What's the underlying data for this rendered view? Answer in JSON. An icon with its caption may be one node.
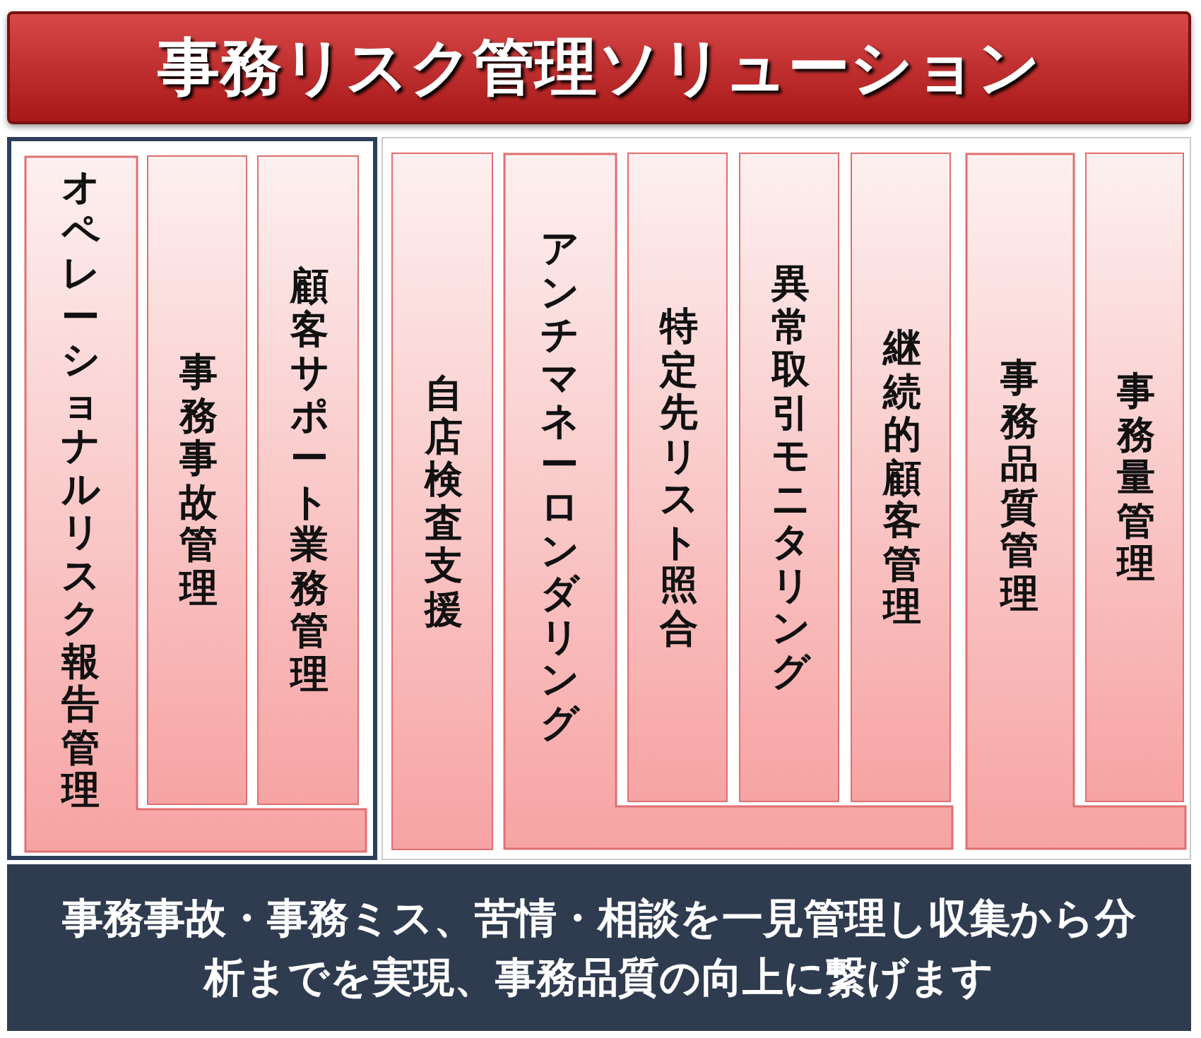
{
  "diagram": {
    "nodes": [
      {
        "text": [
          "事務リスク管理ソリューション"
        ]
      },
      {
        "text": [],
        "shape": "box"
      },
      {
        "text": [
          "オペレーショナルリスク報告管理"
        ],
        "in": 1
      },
      {
        "text": [
          "事務事故管理"
        ],
        "in": 2
      },
      {
        "text": [
          "顧客サポート業務管理"
        ],
        "in": 2
      },
      {
        "text": [],
        "shape": "box"
      },
      {
        "text": [
          "自店検査支援"
        ],
        "in": 5
      },
      {
        "text": [
          "アンチマネーロンダリング"
        ],
        "in": 5
      },
      {
        "text": [
          "特定先リスト照合"
        ],
        "in": 7
      },
      {
        "text": [
          "異常取引モニタリング"
        ],
        "in": 7
      },
      {
        "text": [
          "継続的顧客管理"
        ],
        "in": 7
      },
      {
        "text": [
          "事務品質管理"
        ],
        "in": 5
      },
      {
        "text": [
          "事務量管理"
        ],
        "in": 11
      },
      {
        "text": [
          "事務事故・事務ミス、苦情・相談を一見管理し収集から分析までを実現、事務品質の向上に繋げます"
        ]
      }
    ]
  }
}
